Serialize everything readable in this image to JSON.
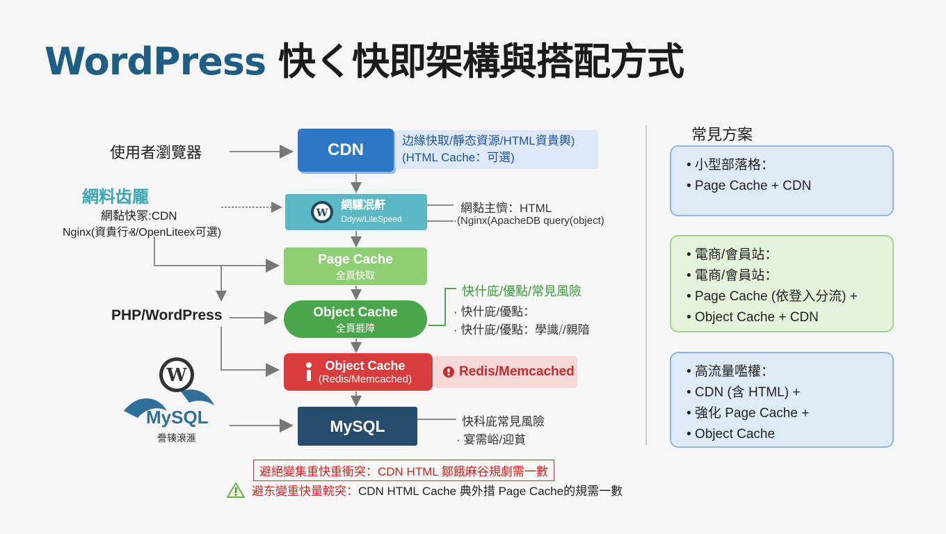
{
  "title": {
    "brand": "WordPress",
    "rest": " 快く快即架構與搭配方式"
  },
  "flow": {
    "browser": "使用者瀏覽器",
    "php": "PHP/WordPress",
    "cdn": {
      "label": "CDN",
      "note_line1": "边緣快取/靜态資源/HTML資貴輿)",
      "note_line2": "(HTML Cache：可選)"
    },
    "server": {
      "title": "網料齿龎",
      "line1": "網黏快冡:CDN",
      "line2": "Nginx(資貴行Ⱏ/OpenLiteех可選)",
      "box_main": "網驩冺鼾",
      "box_sub": "Ddyw/LiteSpeed",
      "side1": "網黏主懠：HTML",
      "side2": "·(Nginx(ApacheDB query(object)"
    },
    "page_cache": {
      "main": "Page Cache",
      "sub": "全頁快取"
    },
    "object_cache": {
      "main": "Object Cache",
      "sub": "全頁捱障",
      "side1": "快什庛/優點/常見風險",
      "side2": "· 快什庛/優點：",
      "side3": "· 快什庛/優點：學識⧸/親隌"
    },
    "redis": {
      "main": "Object Cache",
      "sub": "(Redis/Memcached)",
      "note": "Redis/Memcached"
    },
    "mysql": {
      "main": "MySQL",
      "side1": "快科庛常見風險",
      "side2": "· 宴需峪/迎貧"
    },
    "mysql_art": {
      "text": "MySQL",
      "caption": "誊辏滖滙"
    }
  },
  "warnings": {
    "line1": "避絕變集重快重衝突：CDN HTML 鄒餓麻谷規劇需一數",
    "line2_lead": "避东變重快量輐突：",
    "line2_rest": "CDN HTML Cache 典外措  Page Cache的規需一數"
  },
  "plans": {
    "title": "常見方案",
    "groups": [
      {
        "lines": [
          "• 小型部落格：",
          "• Page Cache + CDN"
        ]
      },
      {
        "lines": [
          "• 電商/會員站：",
          "• 電商/會員站：",
          "• Page Cache (依登入分流) +",
          "• Object Cache + CDN"
        ]
      },
      {
        "lines": [
          "• 高流量嚂權：",
          "• CDN (含 HTML) +",
          "• 強化 Page Cache +",
          "• Object Cache"
        ]
      }
    ]
  },
  "colors": {
    "cdn": "#2e77c5",
    "server": "#5bb8c4",
    "page_cache": "#8fcf74",
    "object_cache": "#4aa64a",
    "redis": "#d83c3c",
    "mysql": "#264d6e",
    "title_brand": "#1f5e84"
  },
  "icons": [
    "wordpress-icon",
    "warning-icon",
    "redis-icon",
    "mysql-dolphin-icon"
  ]
}
